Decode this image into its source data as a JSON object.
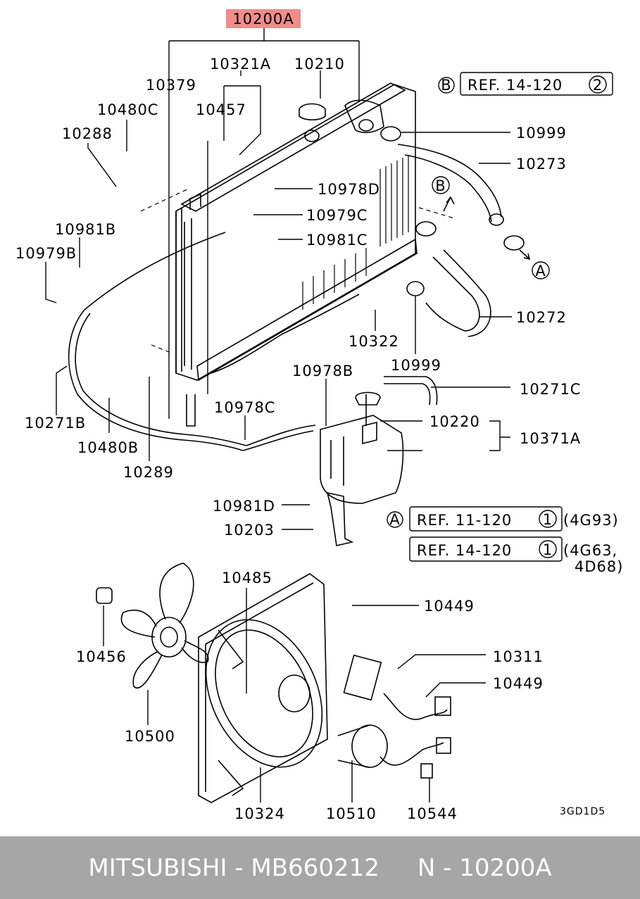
{
  "highlighted_part": "10200A",
  "part_labels": {
    "p10321A": "10321A",
    "p10210": "10210",
    "p10379": "10379",
    "p10457": "10457",
    "p10480C": "10480C",
    "p10288": "10288",
    "p10999a": "10999",
    "p10273": "10273",
    "p10978D": "10978D",
    "p10979C": "10979C",
    "p10981C": "10981C",
    "p10981B": "10981B",
    "p10979B": "10979B",
    "p10272": "10272",
    "p10322": "10322",
    "p10999b": "10999",
    "p10978B": "10978B",
    "p10271C": "10271C",
    "p10220": "10220",
    "p10371A": "10371A",
    "p10271B": "10271B",
    "p10978C": "10978C",
    "p10480B": "10480B",
    "p10289": "10289",
    "p10981D": "10981D",
    "p10203": "10203",
    "p10485": "10485",
    "p10449a": "10449",
    "p10456": "10456",
    "p10311": "10311",
    "p10449b": "10449",
    "p10500": "10500",
    "p10324": "10324",
    "p10510": "10510",
    "p10544": "10544"
  },
  "references": {
    "ref_b_top": {
      "marker": "B",
      "text": "REF. 14-120",
      "num": "2"
    },
    "ref_a": {
      "marker": "A",
      "text": "REF. 11-120",
      "num": "1",
      "engine": "(4G93)"
    },
    "ref_14": {
      "text": "REF. 14-120",
      "num": "1",
      "engine_line1": "(4G63,",
      "engine_line2": "4D68)"
    }
  },
  "flow_markers": {
    "b": "B",
    "a": "A"
  },
  "diagram_code": "3GD1D5",
  "footer": {
    "brand": "MITSUBISHI",
    "part_number": "MB660212",
    "catalog_ref": "N - 10200A"
  },
  "colors": {
    "highlight": "#f08c8c",
    "footer_bg": "#a6a6a6",
    "footer_text": "#ffffff"
  }
}
